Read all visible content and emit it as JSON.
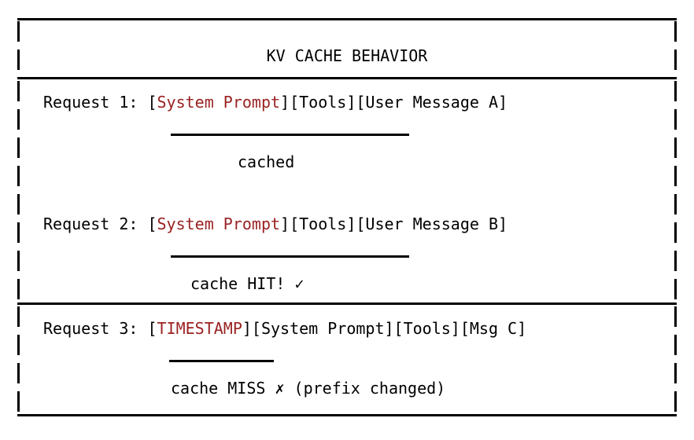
{
  "diagram": {
    "title": "KV CACHE BEHAVIOR",
    "accent_color": "#9a2222",
    "text_color": "#000000",
    "background_color": "#ffffff",
    "sections": [
      {
        "id": "section-cached",
        "rows": [
          {
            "id": "request-1",
            "label": "Request 1: ",
            "segments": [
              {
                "text": "[",
                "accent": false
              },
              {
                "text": "System Prompt",
                "accent": true
              },
              {
                "text": "][Tools][User Message A]",
                "accent": false
              }
            ],
            "underline_label": "cached",
            "underline_width_chars": 25
          },
          {
            "id": "request-2",
            "label": "Request 2: ",
            "segments": [
              {
                "text": "[",
                "accent": false
              },
              {
                "text": "System Prompt",
                "accent": true
              },
              {
                "text": "][Tools][User Message B]",
                "accent": false
              }
            ],
            "underline_label": "cache HIT! ✓",
            "underline_width_chars": 25
          }
        ]
      },
      {
        "id": "section-miss",
        "rows": [
          {
            "id": "request-3",
            "label": "Request 3: ",
            "segments": [
              {
                "text": "[",
                "accent": false
              },
              {
                "text": "TIMESTAMP",
                "accent": true
              },
              {
                "text": "][System Prompt][Tools][Msg C]",
                "accent": false
              }
            ],
            "underline_label": "cache MISS ✗ (prefix changed)",
            "underline_width_chars": 11
          }
        ]
      }
    ]
  },
  "rows": {
    "r1_label": "Request 1: ",
    "r1_open": "[",
    "r1_accent": "System Prompt",
    "r1_rest": "][Tools][User Message A]",
    "r1_caption": "cached",
    "r2_label": "Request 2: ",
    "r2_open": "[",
    "r2_accent": "System Prompt",
    "r2_rest": "][Tools][User Message B]",
    "r2_caption": "cache HIT! ✓",
    "r3_label": "Request 3: ",
    "r3_open": "[",
    "r3_accent": "TIMESTAMP",
    "r3_rest": "][System Prompt][Tools][Msg C]",
    "r3_caption": "cache MISS ✗ (prefix changed)"
  },
  "title": "KV CACHE BEHAVIOR"
}
